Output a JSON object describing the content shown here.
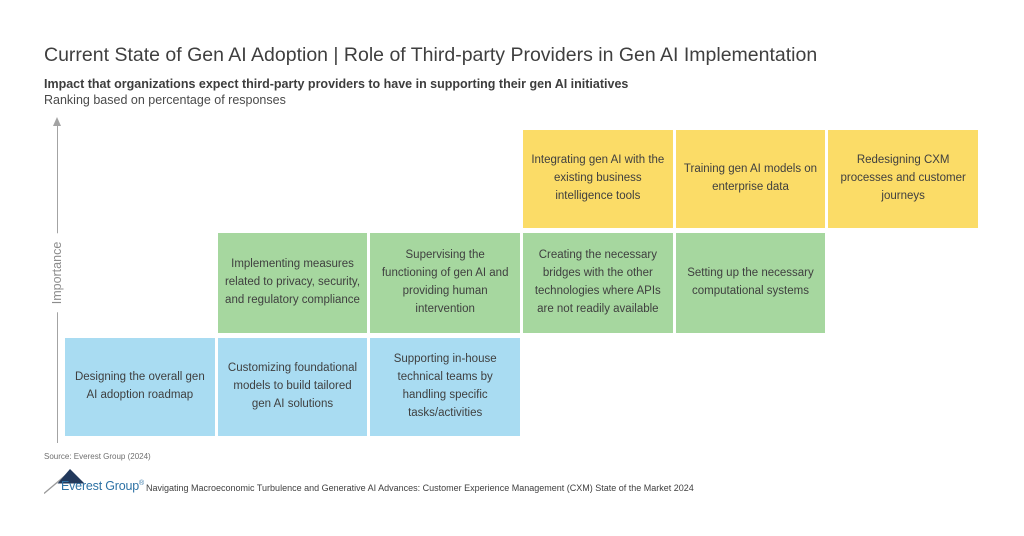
{
  "page": {
    "title": "Current State of Gen AI Adoption | Role of Third-party Providers in Gen AI Implementation",
    "subtitle_bold": "Impact that organizations expect third-party providers to have in supporting their gen AI initiatives",
    "subtitle_note": "Ranking based on percentage of responses"
  },
  "axis": {
    "label": "Importance"
  },
  "chart_data": {
    "type": "table",
    "title": "Impact that organizations expect third-party providers to have in supporting their gen AI initiatives",
    "subtitle": "Ranking based on percentage of responses",
    "ylabel": "Importance",
    "layout": "stepped importance matrix, 6 columns x 3 tiers, higher tier = higher importance",
    "tiers": [
      {
        "rank": 1,
        "importance": "highest",
        "color": "#FBDC67",
        "items": [
          {
            "col": 4,
            "label": "Integrating gen AI with the existing business intelligence tools"
          },
          {
            "col": 5,
            "label": "Training gen AI models on enterprise data"
          },
          {
            "col": 6,
            "label": "Redesigning CXM processes and customer journeys"
          }
        ]
      },
      {
        "rank": 2,
        "importance": "medium",
        "color": "#A6D79F",
        "items": [
          {
            "col": 2,
            "label": "Implementing measures related to privacy, security, and regulatory compliance"
          },
          {
            "col": 3,
            "label": "Supervising the functioning of gen AI and providing human intervention"
          },
          {
            "col": 4,
            "label": "Creating the necessary bridges with the other technologies where APIs are not readily available"
          },
          {
            "col": 5,
            "label": "Setting up the necessary computational systems"
          }
        ]
      },
      {
        "rank": 3,
        "importance": "lower",
        "color": "#A9DCF2",
        "items": [
          {
            "col": 1,
            "label": "Designing the overall gen AI adoption roadmap"
          },
          {
            "col": 2,
            "label": "Customizing foundational models to build tailored gen AI solutions"
          },
          {
            "col": 3,
            "label": "Supporting in-house technical teams by handling specific tasks/activities"
          }
        ]
      }
    ]
  },
  "footer": {
    "source": "Source: Everest Group (2024)",
    "logo_text": "Everest Group",
    "logo_reg": "®",
    "report_title": "Navigating Macroeconomic Turbulence and Generative AI Advances: Customer Experience Management (CXM) State of the Market 2024"
  },
  "colors": {
    "tier_high": "#FBDC67",
    "tier_medium": "#A6D79F",
    "tier_low": "#A9DCF2",
    "text": "#3F3F3F",
    "axis": "#A3A3A3",
    "logo_blue": "#2E72A5",
    "logo_peak": "#22395C"
  }
}
